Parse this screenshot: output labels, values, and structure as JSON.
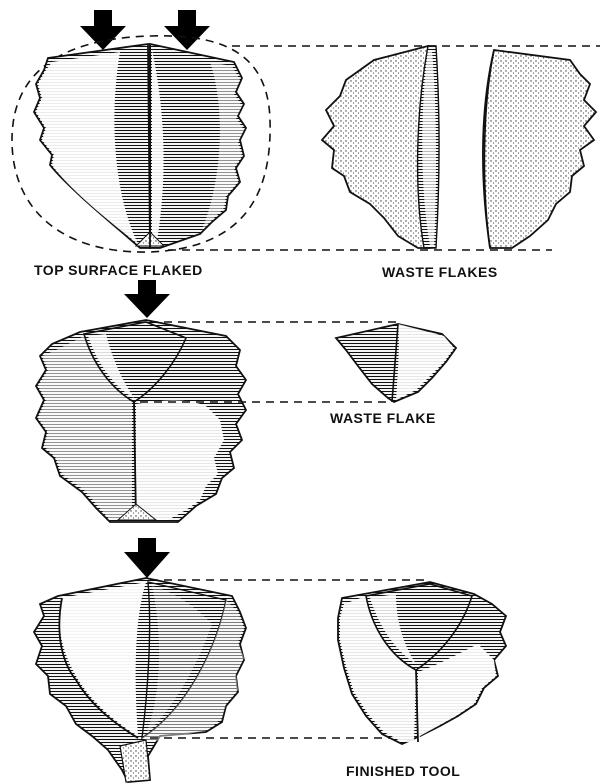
{
  "captions": {
    "top_surface_flaked": "TOP SURFACE FLAKED",
    "waste_flakes": "WASTE FLAKES",
    "waste_flake": "WASTE FLAKE",
    "finished_tool": "FINISHED TOOL"
  },
  "colors": {
    "ink": "#111111",
    "paper": "#ffffff",
    "stipple": "#9a9a9a"
  }
}
